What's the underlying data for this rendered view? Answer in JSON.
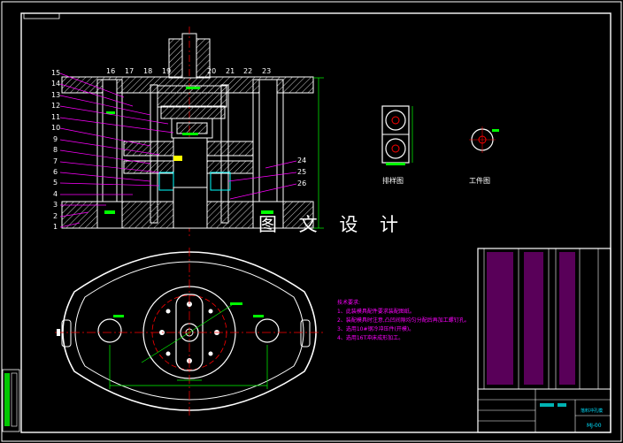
{
  "watermark": "图 文 设 计",
  "views": {
    "strip_layout_label": "排样图",
    "workpiece_label": "工件图"
  },
  "callouts_left": [
    "15",
    "14",
    "13",
    "12",
    "11",
    "10",
    "9",
    "8",
    "7",
    "6",
    "5",
    "4",
    "3",
    "2",
    "1"
  ],
  "callouts_top": [
    "16",
    "17",
    "18",
    "19",
    "20",
    "21",
    "22",
    "23"
  ],
  "callouts_right": [
    "24",
    "25",
    "26"
  ],
  "tech_notes": {
    "title": "技术要求:",
    "items": [
      "1、此装模具配件要求装配图纸。",
      "2、装配模具时注意,凸凹间隙均匀分配后再加工螺钉孔。",
      "3、选用10#钢冷冲压件(开模)。",
      "4、选用16T冲床成形加工。"
    ]
  },
  "title_block": {
    "drawing_name": "落料冲孔模",
    "drawing_code": "MJ-00"
  },
  "colors": {
    "background": "#000000",
    "outline": "#ffffff",
    "centerline": "#ff0000",
    "dimension": "#00ff00",
    "leader": "#ff00ff",
    "hatch": "#ffffff",
    "accent": "#00ffff",
    "yellow": "#ffff00"
  }
}
